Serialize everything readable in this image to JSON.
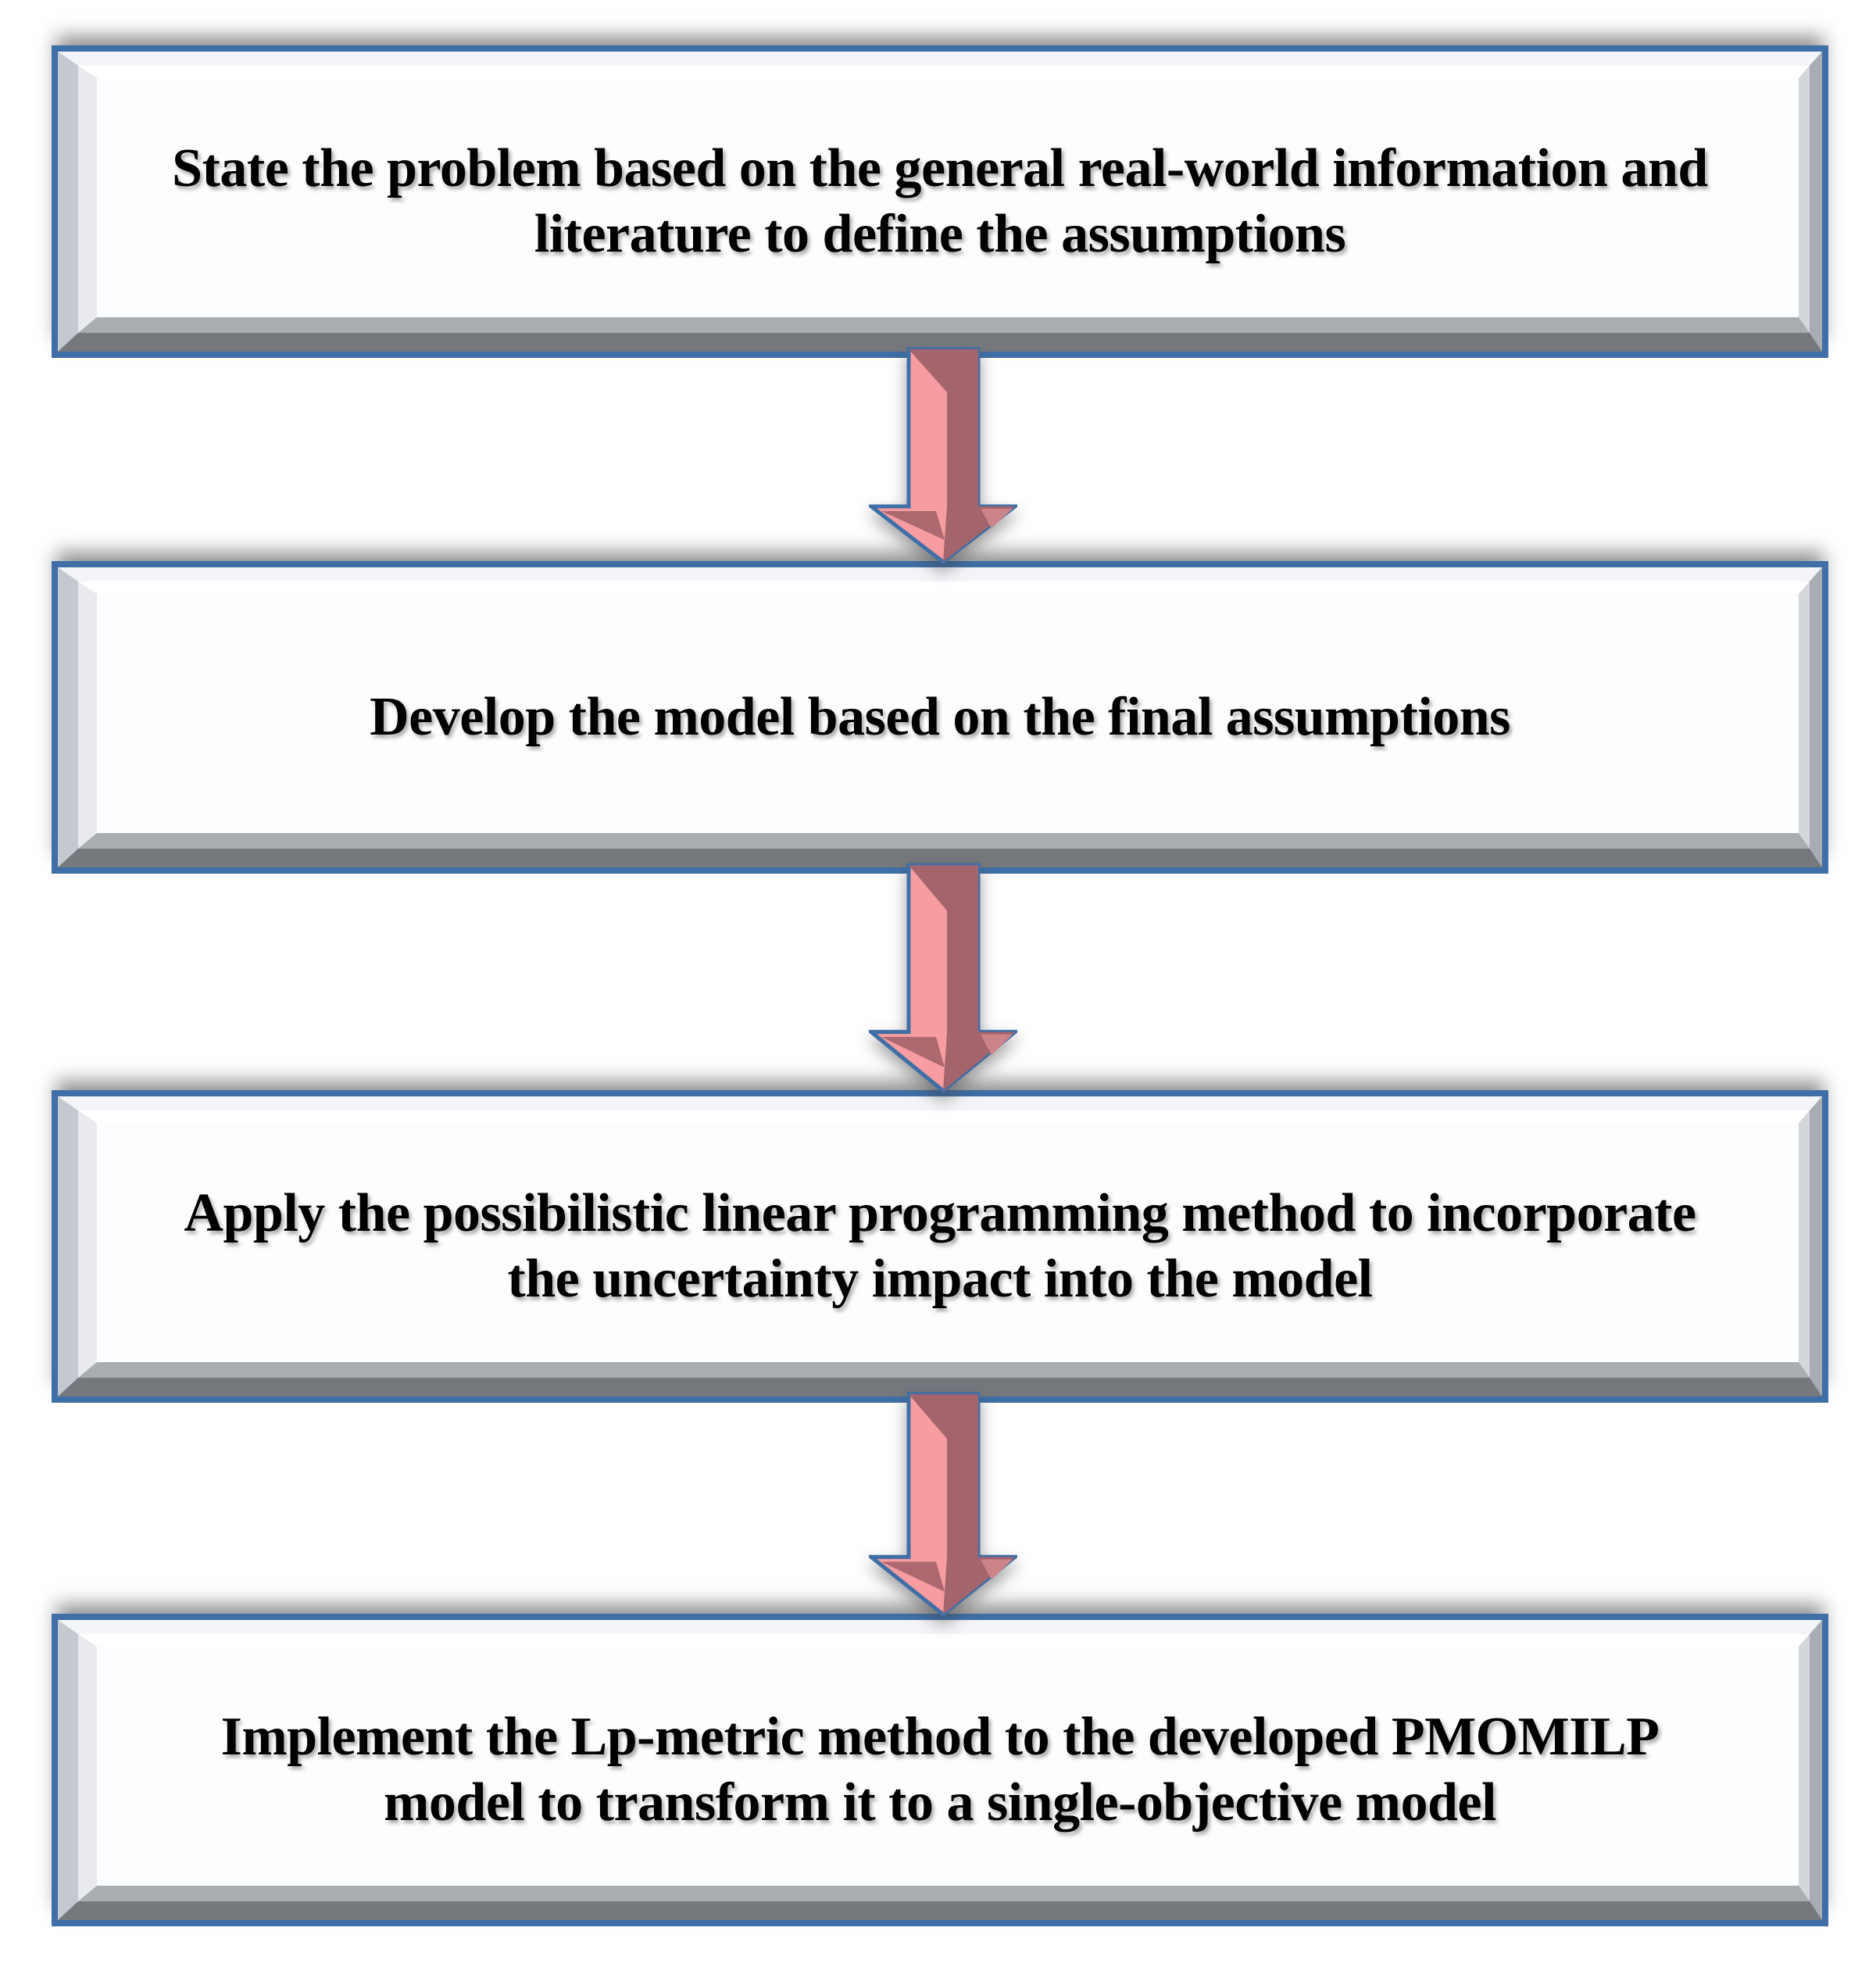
{
  "figure": {
    "type": "flowchart",
    "background": "#ffffff",
    "steps": [
      {
        "id": 1,
        "lines": [
          "State the problem based on the general real-world information and",
          "literature to define the assumptions"
        ]
      },
      {
        "id": 2,
        "lines": [
          "Develop the model based on the final assumptions"
        ]
      },
      {
        "id": 3,
        "lines": [
          "Apply the possibilistic linear programming method to incorporate",
          "the uncertainty impact into the model"
        ]
      },
      {
        "id": 4,
        "lines": [
          "Implement the Lp-metric method to the developed PMOMILP",
          "model to transform it to a single-objective model"
        ]
      }
    ],
    "connectors": [
      {
        "from": 1,
        "to": 2,
        "icon": "down-arrow-icon"
      },
      {
        "from": 2,
        "to": 3,
        "icon": "down-arrow-icon"
      },
      {
        "from": 3,
        "to": 4,
        "icon": "down-arrow-icon"
      }
    ],
    "colors": {
      "box_border": "#3f6fa6",
      "box_fill": "#fbfcfe",
      "bevel_dark": "#75797e",
      "bevel_light": "#c4c9d0",
      "arrow_light": "#f79da1",
      "arrow_dark": "#a4646c",
      "arrow_outline": "#3f6fa6",
      "text": "#000000"
    }
  }
}
